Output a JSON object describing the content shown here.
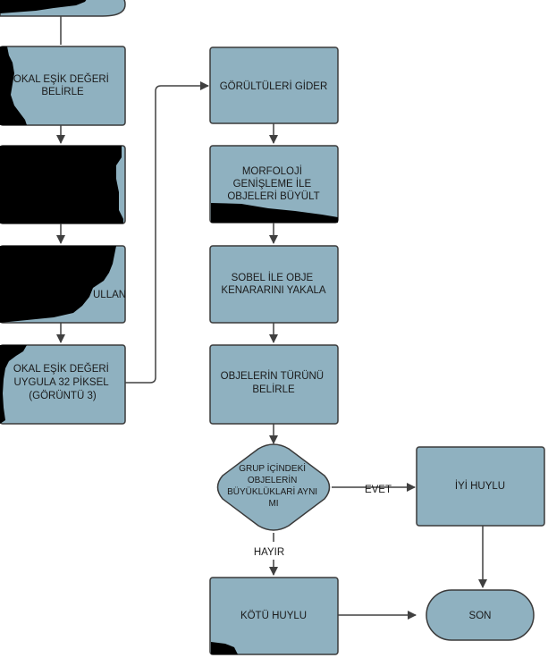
{
  "nodes": {
    "left_b": {
      "lines": [
        "OKAL EŞİK DEĞERİ",
        "BELİRLE"
      ]
    },
    "left_d": {
      "lines": [
        "ULLAN"
      ]
    },
    "left_e": {
      "lines": [
        "OKAL EŞİK DEĞERİ",
        "UYGULA 32 PİKSEL",
        "(GÖRÜNTÜ 3)"
      ]
    },
    "r1": {
      "lines": [
        "GÖRÜLTÜLERİ GİDER"
      ]
    },
    "r2": {
      "lines": [
        "MORFOLOJİ",
        "GENİŞLEME İLE",
        "OBJELERİ BÜYÜLT"
      ]
    },
    "r3": {
      "lines": [
        "SOBEL İLE OBJE",
        "KENARARINI YAKALA"
      ]
    },
    "r4": {
      "lines": [
        "OBJELERİN TÜRÜNÜ",
        "BELİRLE"
      ]
    },
    "decision": {
      "lines": [
        "GRUP İÇİNDEKİ",
        "OBJELERİN",
        "BÜYÜKLÜKLARİ AYNI",
        "MI"
      ]
    },
    "iyi": {
      "lines": [
        "İYİ HUYLU"
      ]
    },
    "kotu": {
      "lines": [
        "KÖTÜ HUYLU"
      ]
    },
    "son": {
      "lines": [
        "SON"
      ]
    }
  },
  "edge_labels": {
    "yes": "EVET",
    "no": "HAYIR"
  },
  "colors": {
    "box_fill": "#8fb1c0",
    "box_stroke": "#3a3a3a",
    "edge": "#404040",
    "artifact": "#000000"
  }
}
